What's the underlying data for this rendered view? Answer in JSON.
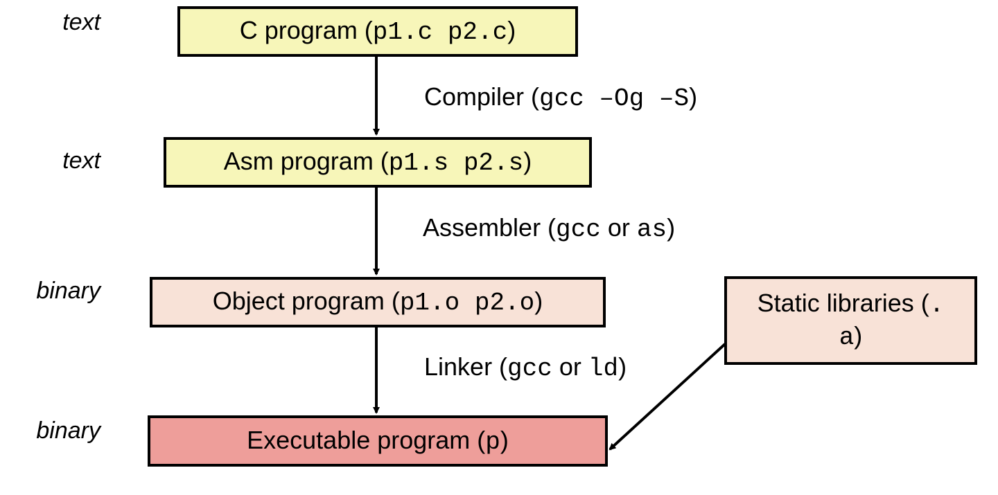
{
  "stages": [
    {
      "kind": "text",
      "name": "C program (",
      "files": "p1.c p2.c",
      "close": ")",
      "color": "#f7f6b9"
    },
    {
      "kind": "text",
      "name": "Asm program (",
      "files": "p1.s p2.s",
      "close": ")",
      "color": "#f7f6b9"
    },
    {
      "kind": "binary",
      "name": "Object program (",
      "files": "p1.o p2.o",
      "close": ")",
      "color": "#f8e2d7"
    },
    {
      "kind": "binary",
      "name": "Executable program (",
      "files": "p",
      "close": ")",
      "color": "#ee9e9a"
    }
  ],
  "steps": [
    {
      "name": "Compiler (",
      "cmd": "gcc –Og –S",
      "close": ")"
    },
    {
      "name": "Assembler (",
      "cmd1": "gcc",
      "or": " or ",
      "cmd2": "as",
      "close": ")"
    },
    {
      "name": "Linker (",
      "cmd1": "gcc",
      "or": " or ",
      "cmd2": " ld",
      "close": ")"
    }
  ],
  "library": {
    "name": "Static libraries (",
    "ext1": ".",
    "ext2": "a",
    "close": ")",
    "color": "#f8e2d7"
  }
}
